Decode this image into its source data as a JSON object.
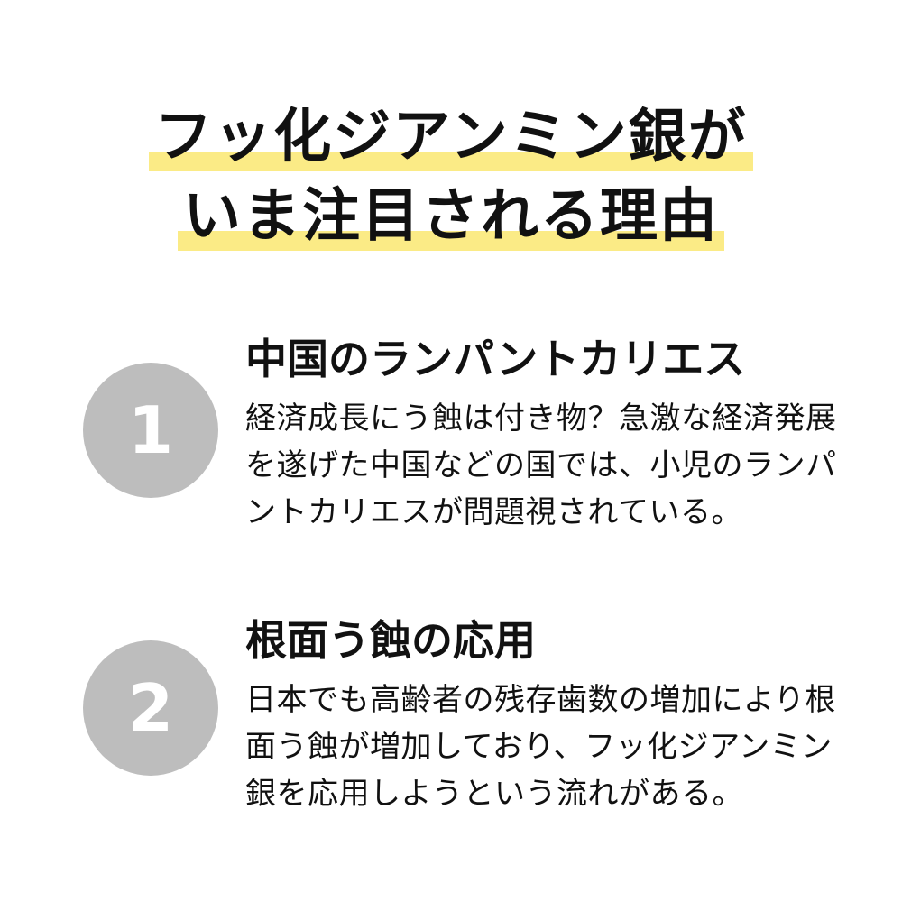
{
  "title": {
    "line1": "フッ化ジアンミン銀が",
    "line2": "いま注目される理由"
  },
  "items": [
    {
      "number": "1",
      "heading": "中国のランパントカリエス",
      "body": "経済成長にう蝕は付き物？急激な経済発展を遂げた中国などの国では、小児のランパントカリエスが問題視されている。"
    },
    {
      "number": "2",
      "heading": "根面う蝕の応用",
      "body": "日本でも高齢者の残存歯数の増加により根面う蝕が増加しており、フッ化ジアンミン銀を応用しようという流れがある。"
    }
  ],
  "colors": {
    "highlight": "#fbeb86",
    "circle": "#bdbdbd",
    "text": "#111111"
  }
}
